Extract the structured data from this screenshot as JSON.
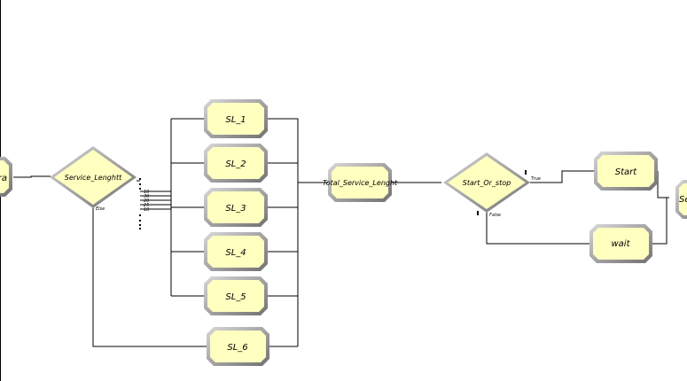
{
  "modules": {
    "left_partial": "…ptura",
    "service_lenght": "Service_Lenghtt",
    "sl_1": "SL_1",
    "sl_2": "SL_2",
    "sl_3": "SL_3",
    "sl_4": "SL_4",
    "sl_5": "SL_5",
    "sl_6": "SL_6",
    "total_service": "Total_Service_Lenght",
    "start_or_stop": "Start_Or_stop",
    "start": "Start",
    "wait": "wait",
    "right_partial": "Se…"
  },
  "branch_labels": {
    "else": "Else",
    "true": "True",
    "false": "False",
    "pct": [
      "10",
      "30",
      "20",
      "25",
      "10"
    ]
  },
  "colors": {
    "fill": "#ffffc0",
    "border": "#a0a0a0",
    "line": "#000000",
    "background": "#ffffff"
  }
}
